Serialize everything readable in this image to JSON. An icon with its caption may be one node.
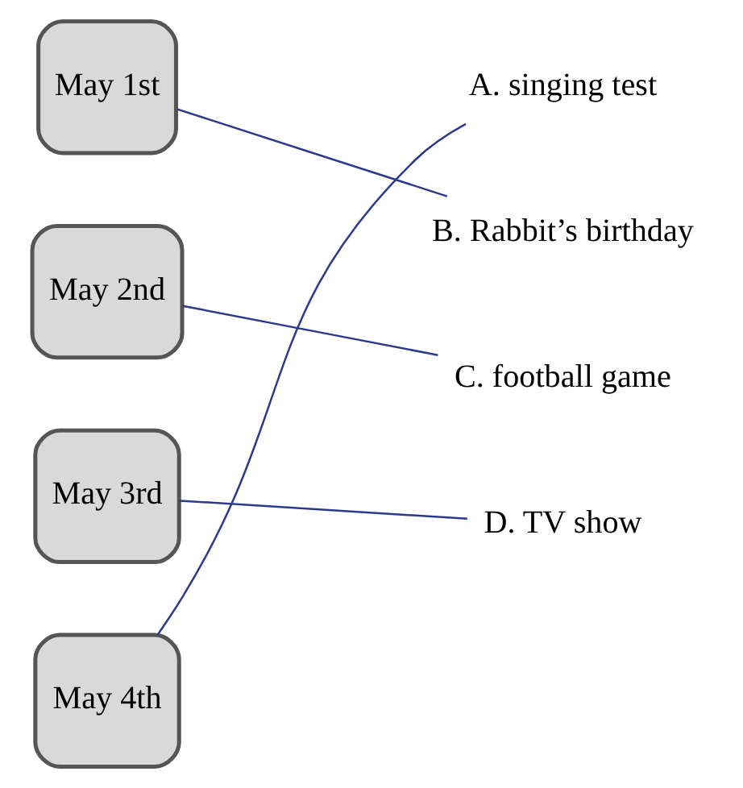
{
  "diagram": {
    "nodes": [
      {
        "text": [
          "May 1st"
        ]
      },
      {
        "text": [
          "May 2nd"
        ]
      },
      {
        "text": [
          "May 3rd"
        ]
      },
      {
        "text": [
          "May 4th"
        ]
      },
      {
        "text": [
          "A. singing test"
        ]
      },
      {
        "text": [
          "B. Rabbit’s birthday"
        ]
      },
      {
        "text": [
          "C. football game"
        ]
      },
      {
        "text": [
          "D. TV show"
        ]
      }
    ],
    "edges": [
      {
        "from": 0,
        "to": 5,
        "arrow": "none"
      },
      {
        "from": 1,
        "to": 6,
        "arrow": "none"
      },
      {
        "from": 2,
        "to": 7,
        "arrow": "none"
      },
      {
        "from": 3,
        "to": 4,
        "arrow": "none"
      }
    ]
  }
}
